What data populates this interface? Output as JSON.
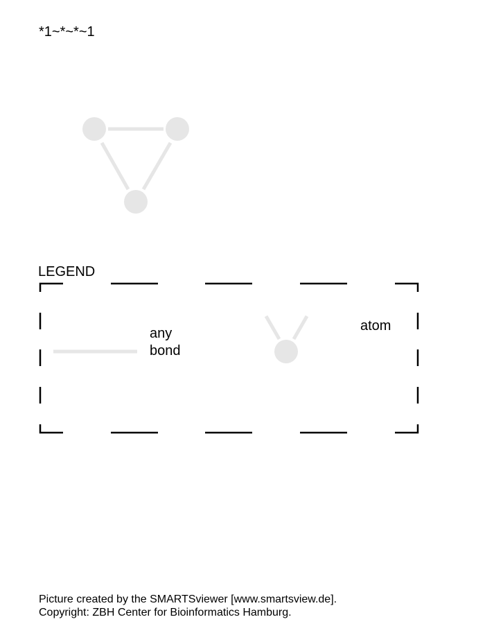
{
  "molecule": {
    "smarts": "*1~*~*~1"
  },
  "legend": {
    "title": "LEGEND",
    "bond_label_line1": "any",
    "bond_label_line2": "bond",
    "atom_label": "atom"
  },
  "footer": {
    "line1": "Picture created by the SMARTSviewer [www.smartsview.de].",
    "line2": "Copyright: ZBH Center for Bioinformatics Hamburg."
  },
  "colors": {
    "atom": "#e6e6e6",
    "bond": "#e6e6e6",
    "text": "#000000",
    "frame": "#000000",
    "background": "#ffffff"
  }
}
